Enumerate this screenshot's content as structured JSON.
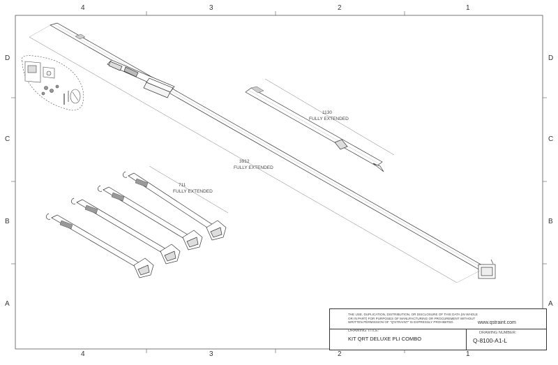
{
  "zones": {
    "top": [
      "4",
      "3",
      "2",
      "1"
    ],
    "bottom": [
      "4",
      "3",
      "2",
      "1"
    ],
    "left": [
      "D",
      "C",
      "B",
      "A"
    ],
    "right": [
      "D",
      "C",
      "B",
      "A"
    ]
  },
  "dimensions": {
    "long_strap": {
      "value": "3912",
      "note": "FULLY EXTENDED"
    },
    "shoulder_belt": {
      "value": "1130",
      "note": "FULLY EXTENDED"
    },
    "retractor_strap": {
      "value": "711",
      "note": "FULLY EXTENDED"
    }
  },
  "title_block": {
    "notice": "THE USE, DUPLICATION, DISTRIBUTION, OR DISCLOSURE OF THIS DATA (IN WHOLE OR IN PART) FOR PURPOSES OF MANUFACTURING OR PROCUREMENT WITHOUT WRITTEN PERMISSION OF \"Q'STRAINT\" IS EXPRESSLY PROHIBITED.",
    "website": "www.qstraint.com",
    "drawing_title_label": "DRAWING TITLE:",
    "drawing_title": "KIT QRT DELUXE PLI COMBO",
    "drawing_number_label": "DRAWING NUMBER:",
    "drawing_number": "Q-8100-A1-L"
  },
  "colors": {
    "line": "#333333",
    "hatch": "#888888"
  }
}
